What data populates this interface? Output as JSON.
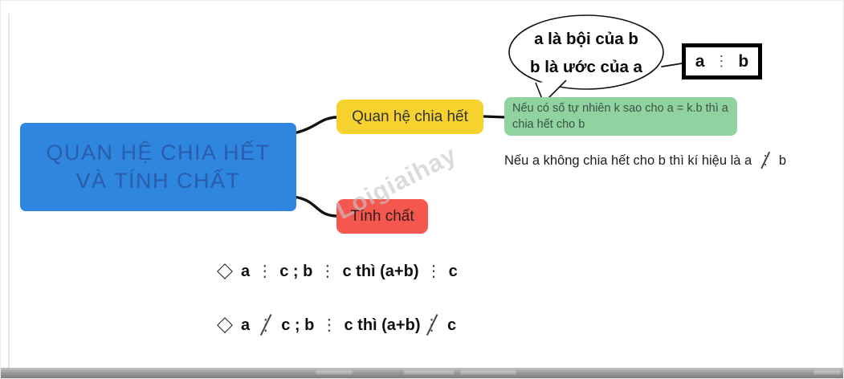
{
  "root_topic": {
    "line1": "QUAN HỆ CHIA HẾT",
    "line2": "VÀ TÍNH CHẤT"
  },
  "branches": {
    "relation_label": "Quan hệ chia hết",
    "property_label": "Tính chất"
  },
  "bubble": {
    "line1": "a là bội của b",
    "line2": "b là ước của a"
  },
  "notation_box": {
    "left_operand": "a",
    "divides_symbol": "⋮",
    "right_operand": "b"
  },
  "definition": {
    "text": "Nếu có số tự nhiên k sao cho a = k.b thì a\nchia hết cho b"
  },
  "note": {
    "segments": [
      {
        "t": "text",
        "v": "Nếu a không chia hết cho b thì kí hiệu là a "
      },
      {
        "t": "notdiv",
        "v": "⋮"
      },
      {
        "t": "text",
        "v": " b"
      }
    ]
  },
  "properties": [
    {
      "segments": [
        {
          "t": "text",
          "v": "a "
        },
        {
          "t": "div",
          "v": "⋮"
        },
        {
          "t": "text",
          "v": " c ; b "
        },
        {
          "t": "div",
          "v": "⋮"
        },
        {
          "t": "text",
          "v": " c thì (a+b) "
        },
        {
          "t": "div",
          "v": "⋮"
        },
        {
          "t": "text",
          "v": " c"
        }
      ]
    },
    {
      "segments": [
        {
          "t": "text",
          "v": "a "
        },
        {
          "t": "notdiv",
          "v": "⋮"
        },
        {
          "t": "text",
          "v": " c ; b "
        },
        {
          "t": "div",
          "v": "⋮"
        },
        {
          "t": "text",
          "v": " c thì (a+b)"
        },
        {
          "t": "notdiv",
          "v": "⋮"
        },
        {
          "t": "text",
          "v": " c"
        }
      ]
    }
  ],
  "watermark": {
    "text": "Loigiaihay"
  },
  "colors": {
    "root_bg": "#2e86de",
    "root_text": "#2b5cad",
    "relation_bg": "#f6d22f",
    "property_bg": "#f5564e",
    "definition_bg": "#90d3a1",
    "connector": "#111111"
  }
}
